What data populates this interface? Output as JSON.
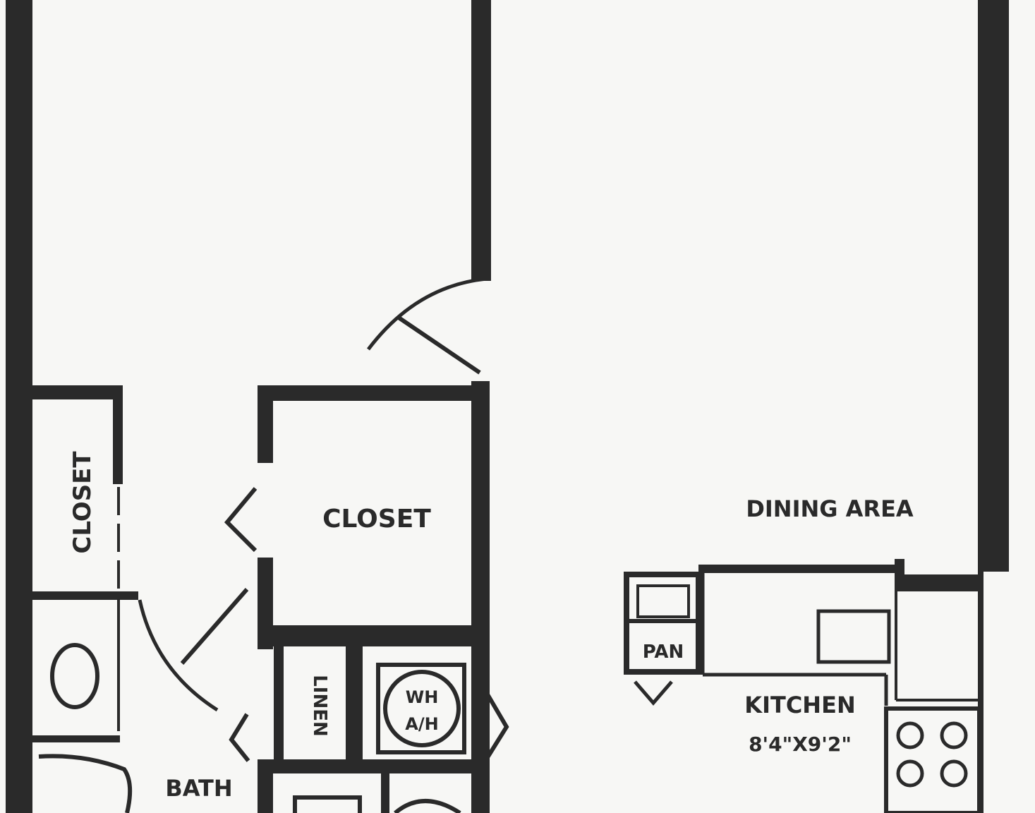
{
  "labels": {
    "closet_vertical": "CLOSET",
    "closet": "CLOSET",
    "dining_area": "DINING AREA",
    "linen": "LINEN",
    "wh_top": "WH",
    "wh_bottom": "A/H",
    "pantry": "PAN",
    "kitchen": "KITCHEN",
    "kitchen_dims": "8'4\"X9'2\"",
    "bath": "BATH"
  },
  "colors": {
    "wall": "#2a2a2a",
    "paper": "#f7f7f5"
  }
}
